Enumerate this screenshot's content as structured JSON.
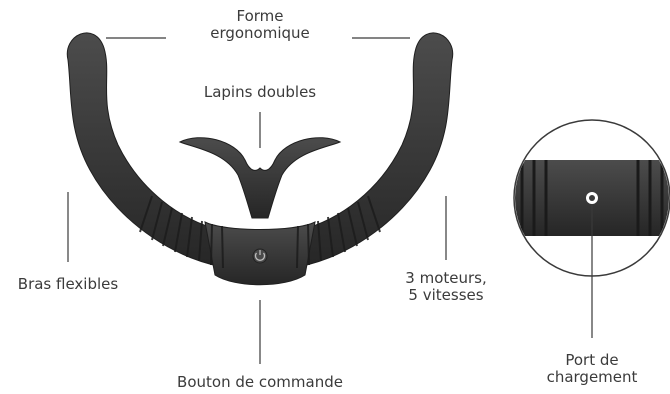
{
  "labels": {
    "ergonomic_shape": [
      "Forme",
      "ergonomique"
    ],
    "double_rabbits": "Lapins doubles",
    "flexible_arms": "Bras flexibles",
    "motors_speeds": [
      "3 moteurs,",
      "5 vitesses"
    ],
    "control_button": "Bouton de commande",
    "charging_port": [
      "Port de",
      "chargement"
    ]
  },
  "colors": {
    "device_body": "#3a3a3a",
    "device_highlight": "#5b5b5b",
    "device_shadow": "#1f1f1f",
    "leader_line": "#3a3a3a",
    "port_ring": "#ffffff"
  },
  "icons": [
    "power-icon",
    "charging-port-icon"
  ]
}
